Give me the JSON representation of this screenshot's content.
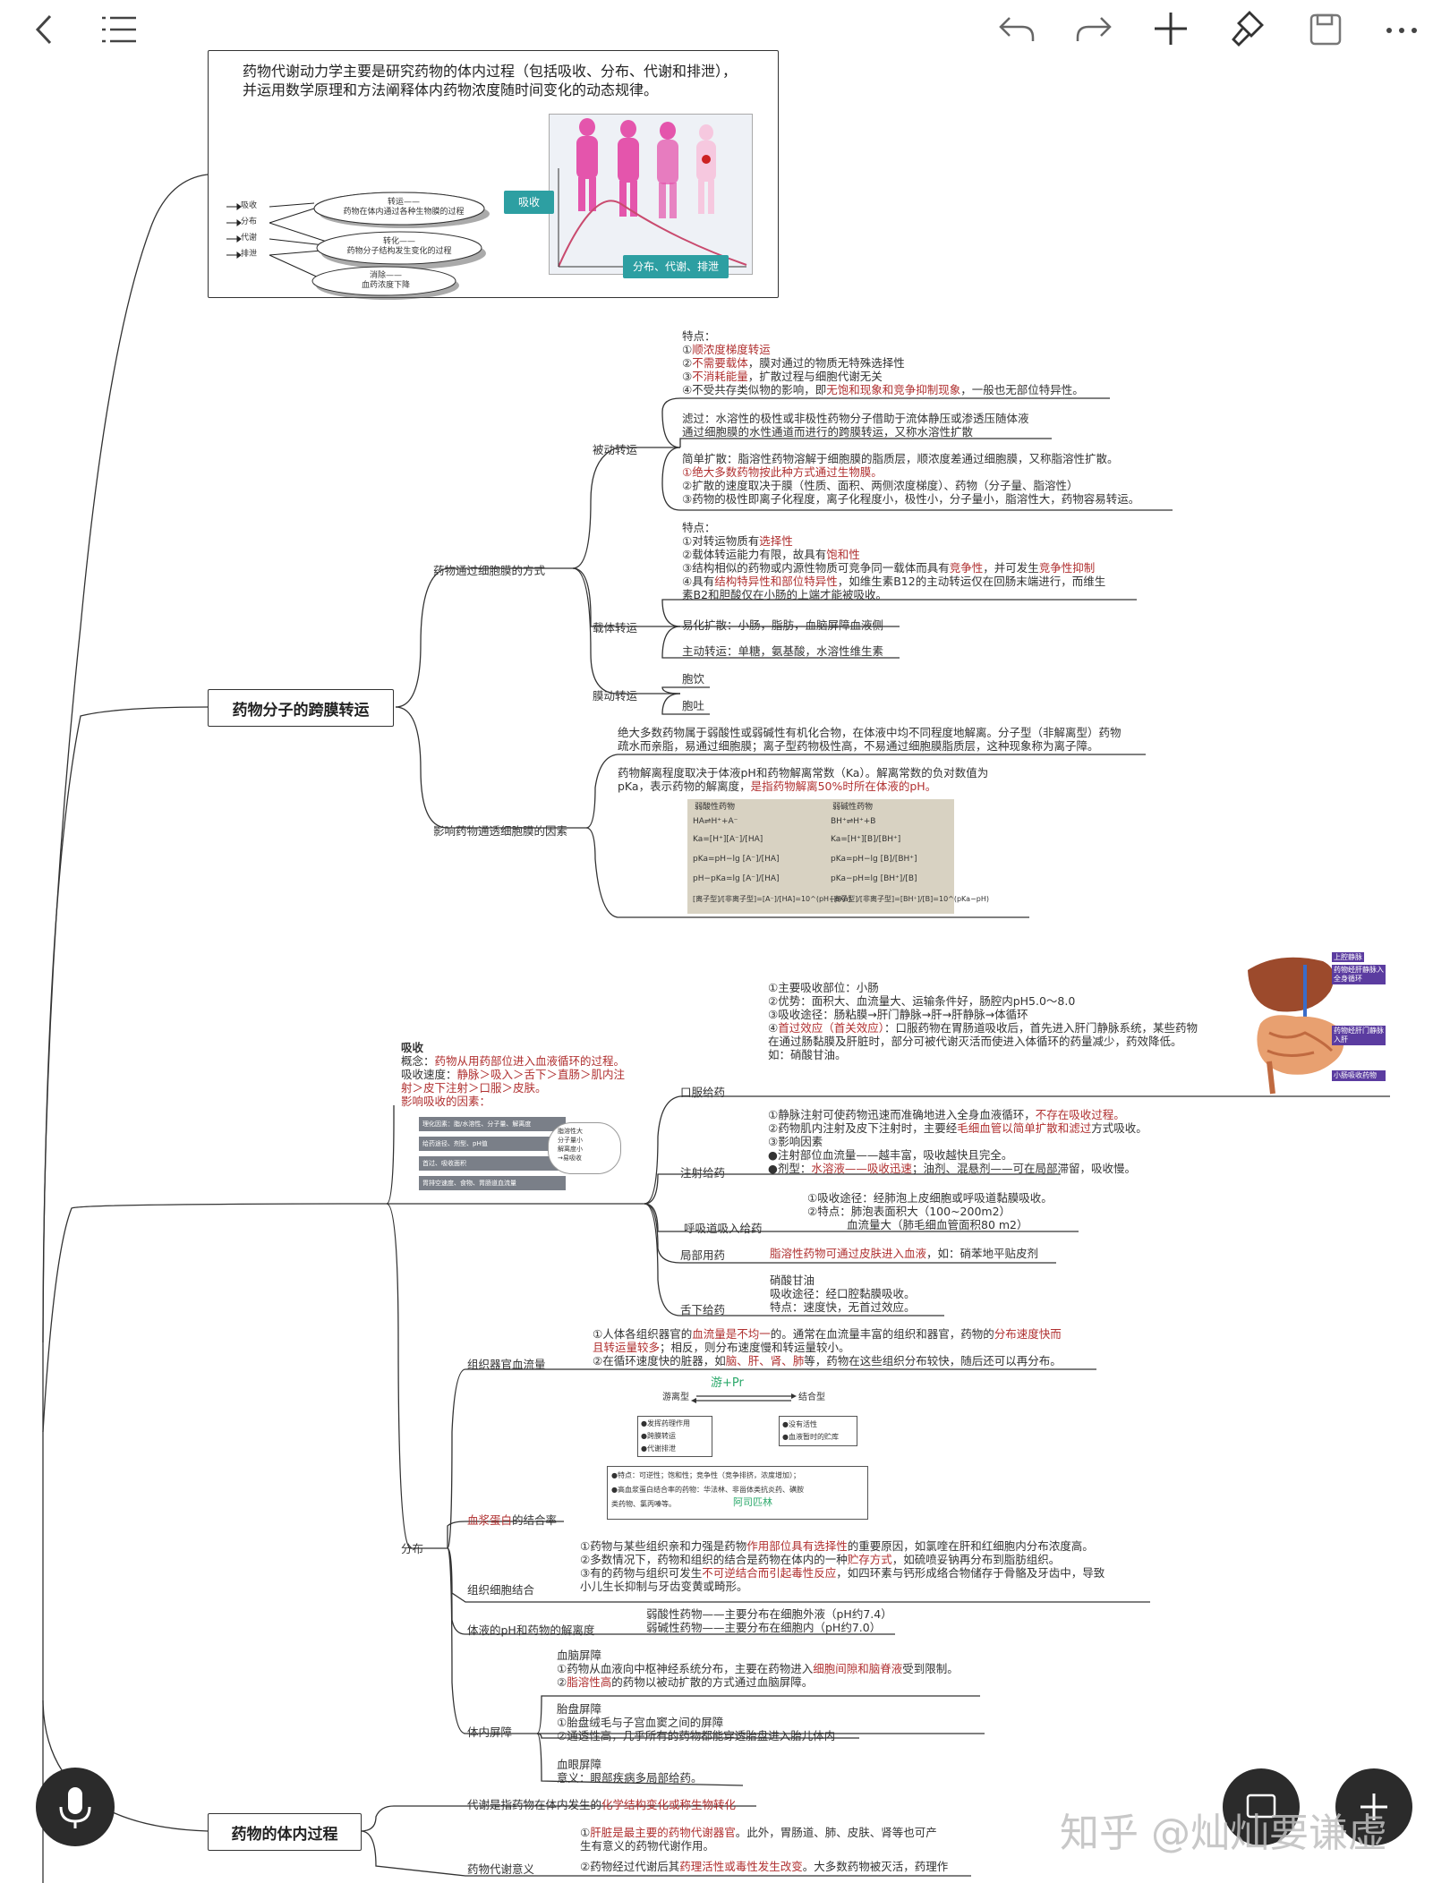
{
  "toolbar": {
    "back_icon": "chevron-left-icon",
    "outline_icon": "list-icon",
    "undo_icon": "undo-icon",
    "redo_icon": "redo-icon",
    "add_icon": "plus-icon",
    "format_icon": "brush-icon",
    "save_icon": "save-icon",
    "more_icon": "more-icon"
  },
  "intro": {
    "text": "药物代谢动力学主要是研究药物的体内过程（包括吸收、分布、代谢和排泄），并运用数学原理和方法阐释体内药物浓度随时间变化的动态规律。",
    "diagram_left": {
      "items": [
        "吸收",
        "分布",
        "代谢",
        "排泄"
      ],
      "ovals": [
        "转运——\n药物在体内通过各种生物膜的过程",
        "转化——\n药物分子结构发生变化的过程",
        "消除——\n血药浓度下降"
      ]
    },
    "diagram_right": {
      "label_absorb": "吸收",
      "label_dist": "分布、代谢、排泄"
    }
  },
  "node1": {
    "title": "药物分子的跨膜转运",
    "branch_a": "药物通过细胞膜的方式",
    "passive": {
      "label": "被动转运",
      "features_title": "特点：",
      "features": [
        {
          "pre": "①",
          "red": "顺浓度梯度转运",
          "post": ""
        },
        {
          "pre": "②",
          "red": "不需要载体",
          "post": "，膜对通过的物质无特殊选择性"
        },
        {
          "pre": "③",
          "red": "不消耗能量",
          "post": "，扩散过程与细胞代谢无关"
        },
        {
          "pre": "④不受共存类似物的影响，即",
          "red": "无饱和现象和竞争抑制现象",
          "post": "，一般也无部位特异性。"
        }
      ],
      "filter": [
        "滤过：水溶性的极性或非极性药物分子借助于流体静压或渗透压随体液",
        "通过细胞膜的水性通道而进行的跨膜转运，又称水溶性扩散"
      ],
      "simple": {
        "line1": "简单扩散：脂溶性药物溶解于细胞膜的脂质层，顺浓度差通过细胞膜，又称脂溶性扩散。",
        "line2_red": "①绝大多数药物按此种方式通过生物膜。",
        "line3": "②扩散的速度取决于膜（性质、面积、两侧浓度梯度）、药物（分子量、脂溶性）",
        "line4": "③药物的极性即离子化程度，离子化程度小，极性小，分子量小，脂溶性大，药物容易转运。"
      }
    },
    "carrier": {
      "label": "载体转运",
      "features_title": "特点：",
      "f1_pre": "①对转运物质有",
      "f1_red": "选择性",
      "f2_pre": "②载体转运能力有限，故具有",
      "f2_red": "饱和性",
      "f3_pre": "③结构相似的药物或内源性物质可竞争同一载体而具有",
      "f3_red": "竞争性",
      "f3_mid": "，并可发生",
      "f3_red2": "竞争性抑制",
      "f4_pre": "④具有",
      "f4_red": "结构特异性和部位特异性",
      "f4_post": "，如维生素B12的主动转运仅在回肠末端进行，而维生",
      "f4_line2": "素B2和胆酸仅在小肠的上端才能被吸收。",
      "facilitated": "易化扩散：小肠，脂肪，血脑屏障血液侧",
      "active": "主动转运：单糖，氨基酸，水溶性维生素"
    },
    "membrane": {
      "label": "膜动转运",
      "items": [
        "胞饮",
        "胞吐"
      ]
    },
    "branch_b": "影响药物通透细胞膜的因素",
    "factor1": [
      "绝大多数药物属于弱酸性或弱碱性有机化合物，在体液中均不同程度地解离。分子型（非解离型）药物",
      "疏水而亲脂，易通过细胞膜；离子型药物极性高，不易通过细胞膜脂质层，这种现象称为离子障。"
    ],
    "factor2_line1": "药物解离程度取决于体液pH和药物解离常数（Ka）。解离常数的负对数值为",
    "factor2_line2_pre": "pKa，表示药物的解离度，",
    "factor2_line2_red": "是指药物解离50%时所在体液的pH。",
    "formula": {
      "left_title": "弱酸性药物",
      "right_title": "弱碱性药物",
      "left": [
        "HA⇌H⁺+A⁻",
        "Ka=[H⁺][A⁻]/[HA]",
        "pKa=pH−lg [A⁻]/[HA]",
        "pH−pKa=lg [A⁻]/[HA]",
        "[离子型]/[非离子型]=[A⁻]/[HA]=10^(pH−pKa)"
      ],
      "right": [
        "BH⁺⇌H⁺+B",
        "Ka=[H⁺][B]/[BH⁺]",
        "pKa=pH−lg [B]/[BH⁺]",
        "pKa−pH=lg [BH⁺]/[B]",
        "[离子型]/[非离子型]=[BH⁺]/[B]=10^(pKa−pH)"
      ]
    }
  },
  "absorption": {
    "title": "吸收",
    "concept_pre": "概念：",
    "concept_red": "药物从用药部位进入血液循环的过程。",
    "speed_pre": "吸收速度：",
    "speed_red": "静脉＞吸入＞舌下＞直肠＞肌内注",
    "speed_red2": "射＞皮下注射＞口服＞皮肤。",
    "factors_red": "影响吸收的因素：",
    "factor_table": [
      "理化因素：脂/水溶性、分子量、解离度",
      "给药途径、剂型、pH值",
      "首过、吸收面积",
      "胃排空速度、食物、胃肠道血流量"
    ],
    "cloud": "脂溶性大\n分子量小\n解离度小\n→易吸收",
    "oral": {
      "label": "口服给药",
      "lines": [
        "①主要吸收部位：小肠",
        "②优势：面积大、血流量大、运输条件好，肠腔内pH5.0～8.0",
        "③吸收途径：肠粘膜→肝门静脉→肝→肝静脉→体循环"
      ],
      "fp_pre": "④",
      "fp_red": "首过效应（首关效应）",
      "fp_post": "：口服药物在胃肠道吸收后，首先进入肝门静脉系统，某些药物",
      "fp_line2": "在通过肠黏膜及肝脏时，部分可被代谢灭活而使进入体循环的药量减少，药效降低。",
      "fp_line3": "如：硝酸甘油。",
      "liver_labels": [
        "上腔静脉",
        "药物经肝静脉入全身循环",
        "药物经肝门静脉入肝",
        "小肠吸收药物"
      ]
    },
    "injection": {
      "label": "注射给药",
      "l1_pre": "①静脉注射可使药物迅速而准确地进入全身血液循环，",
      "l1_red": "不存在吸收过程。",
      "l2_pre": "②药物肌内注射及皮下注射时，主要经",
      "l2_red": "毛细血管以简单扩散和滤过",
      "l2_post": "方式吸收。",
      "l3": "③影响因素",
      "l4": "●注射部位血流量——越丰富，吸收越快且完全。",
      "l5_pre": "●剂型：",
      "l5_red": "水溶液——吸收迅速",
      "l5_post": "；油剂、混悬剂——可在局部滞留，吸收慢。"
    },
    "inhalation": {
      "label": "呼吸道吸入给药",
      "lines": [
        "①吸收途径：经肺泡上皮细胞或呼吸道黏膜吸收。",
        "②特点：肺泡表面积大（100~200m2）",
        "血流量大（肺毛细血管面积80 m2）"
      ]
    },
    "topical": {
      "label": "局部用药",
      "red": "脂溶性药物可通过皮肤进入血液",
      "post": "，如：硝苯地平贴皮剂"
    },
    "sublingual": {
      "label": "舌下给药",
      "lines": [
        "硝酸甘油",
        "吸收途径：经口腔黏膜吸收。",
        "特点：速度快，无首过效应。"
      ]
    }
  },
  "distribution": {
    "title": "分布",
    "blood_flow": {
      "label": "组织器官血流量",
      "l1_pre": "①人体各组织器官的",
      "l1_red": "血流量是不均一",
      "l1_mid": "的。通常在血流量丰富的组织和器官，药物的",
      "l1_red2": "分布速度快而",
      "l2_red": "且转运量较多",
      "l2_post": "；相反，则分布速度慢和转运量较小。",
      "l3_pre": "②在循环速度快的脏器，如",
      "l3_red": "脑、肝、肾、肺",
      "l3_post": "等，药物在这些组织分布较快，随后还可以再分布。"
    },
    "protein": {
      "label_red": "血浆蛋白",
      "label_post": "的结合率",
      "free": "游离型",
      "bound": "结合型",
      "handwrite": "游+Pr",
      "free_items": [
        "●发挥药理作用",
        "●跨膜转运",
        "●代谢排泄"
      ],
      "bound_items": [
        "●没有活性",
        "●血液暂时的贮库"
      ],
      "note1": "●特点：可逆性；饱和性；竞争性（竞争排挤，浓度增加）；",
      "note2": "●高血浆蛋白结合率的药物：华法林、非甾体类抗炎药、磺胺",
      "note3": "类药物、氯丙嗪等。",
      "note_hand": "阿司匹林"
    },
    "tissue": {
      "label": "组织细胞结合",
      "l1_pre": "①药物与某些组织亲和力强是药物",
      "l1_red": "作用部位具有选择性",
      "l1_post": "的重要原因，如氯喹在肝和红细胞内分布浓度高。",
      "l2_pre": "②多数情况下，药物和组织的结合是药物在体内的一种",
      "l2_red": "贮存方式",
      "l2_post": "，如硫喷妥钠再分布到脂肪组织。",
      "l3_pre": "③有的药物与组织可发生",
      "l3_red": "不可逆结合而引起毒性反应",
      "l3_post": "，如四环素与钙形成络合物储存于骨骼及牙齿中，导致",
      "l4": "小儿生长抑制与牙齿变黄或畸形。"
    },
    "ph": {
      "label": "体液的pH和药物的解离度",
      "lines": [
        "弱酸性药物——主要分布在细胞外液（pH约7.4）",
        "弱碱性药物——主要分布在细胞内（pH约7.0）"
      ]
    },
    "barrier": {
      "label": "体内屏障",
      "bbb_title": "血脑屏障",
      "bbb1_pre": "①药物从血液向中枢神经系统分布，主要在药物进入",
      "bbb1_red": "细胞间隙和脑脊液",
      "bbb1_post": "受到限制。",
      "bbb2_pre": "②",
      "bbb2_red": "脂溶性高",
      "bbb2_post": "的药物以被动扩散的方式通过血脑屏障。",
      "placenta_title": "胎盘屏障",
      "placenta1": "①胎盘绒毛与子宫血窦之间的屏障",
      "placenta2": "②通透性高，几乎所有的药物都能穿透胎盘进入胎儿体内",
      "eye_title": "血眼屏障",
      "eye1": "意义：眼部疾病多局部给药。"
    }
  },
  "node2": {
    "title": "药物的体内过程",
    "metab_pre": "代谢是指药物在体内发生的",
    "metab_red": "化学结构变化或称生物转化",
    "meaning": {
      "label": "药物代谢意义",
      "l1_pre": "①",
      "l1_red": "肝脏是最主要的药物代谢器官",
      "l1_post": "。此外，胃肠道、肺、皮肤、肾等也可产",
      "l2": "生有意义的药物代谢作用。",
      "l3_pre": "②药物经过代谢后其",
      "l3_red": "药理活性或毒性发生改变",
      "l3_post": "。大多数药物被灭活，药理作"
    }
  },
  "watermark": "知乎 @灿灿要谦虚"
}
